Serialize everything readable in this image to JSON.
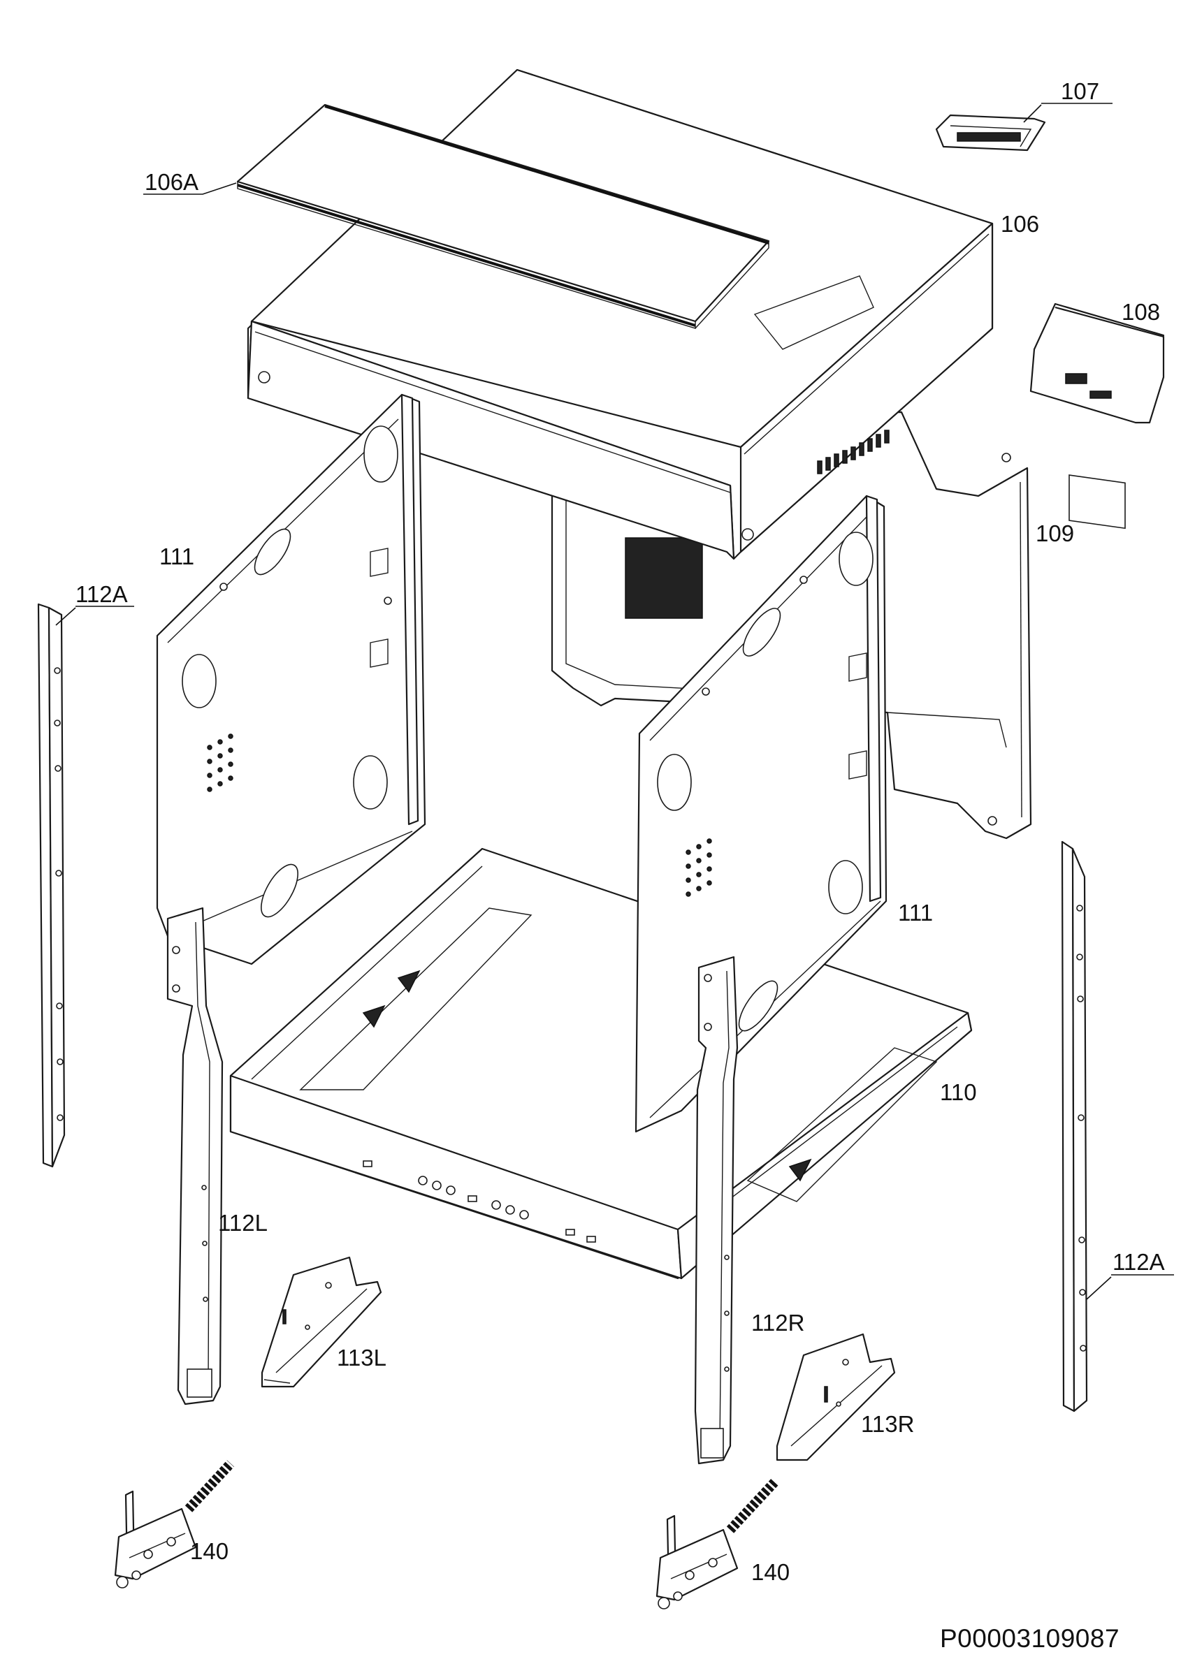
{
  "labels": {
    "l107": "107",
    "l106A": "106A",
    "l106": "106",
    "l108": "108",
    "l109": "109",
    "l111a": "111",
    "l111b": "111",
    "l112A_left": "112A",
    "l112A_right": "112A",
    "l110": "110",
    "l112L": "112L",
    "l112R": "112R",
    "l113L": "113L",
    "l113R": "113R",
    "l140a": "140",
    "l140b": "140"
  },
  "document_id": "P00003109087"
}
